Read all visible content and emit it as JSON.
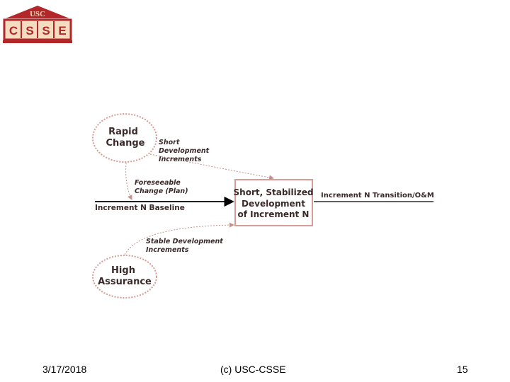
{
  "logo": {
    "top_text": "USC",
    "letters": [
      "C",
      "S",
      "S",
      "E"
    ]
  },
  "diagram": {
    "rapid_change": [
      "Rapid",
      "Change"
    ],
    "short_dev_increments": [
      "Short",
      "Development",
      "Increments"
    ],
    "foreseeable_change": [
      "Foreseeable",
      "Change (Plan)"
    ],
    "baseline": "Increment N Baseline",
    "center_box": [
      "Short, Stabilized",
      "Development",
      "of Increment N"
    ],
    "transition": "Increment N Transition/O&M",
    "stable_dev_increments": [
      "Stable Development",
      "Increments"
    ],
    "high_assurance": [
      "High",
      "Assurance"
    ]
  },
  "footer": {
    "date": "3/17/2018",
    "copyright": "(c) USC-CSSE",
    "page_number": "15"
  },
  "colors": {
    "brand_red": "#b3262a",
    "logo_tan": "#f3dcc0",
    "diagram_outline": "#d99a95",
    "label_text": "#3a2a2a"
  }
}
